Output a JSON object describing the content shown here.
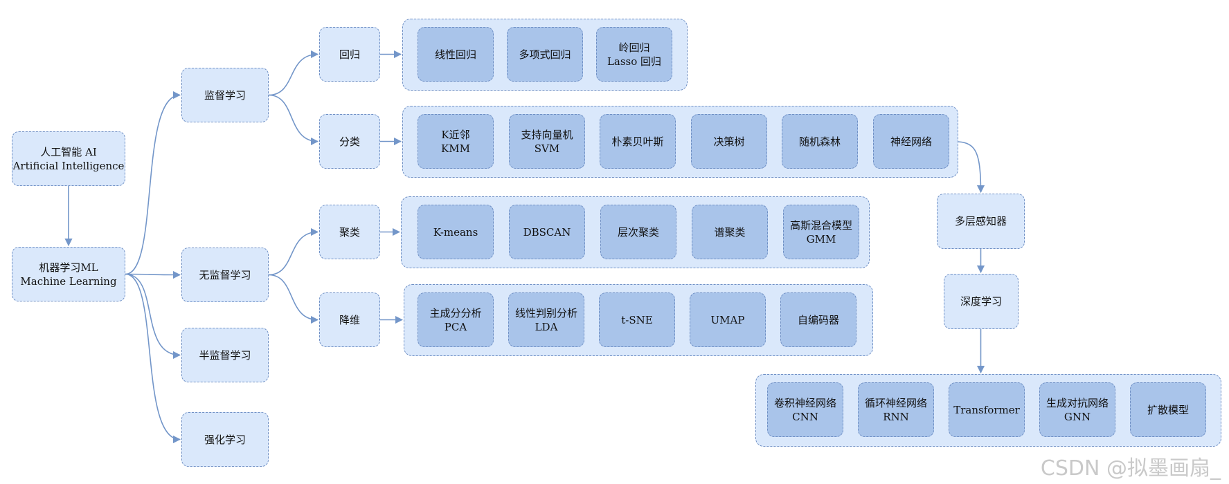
{
  "colors": {
    "edge": "#7396c9",
    "node_fill": "#dae8fb",
    "leaf_fill": "#a9c4ea",
    "border": "#6f8fc4"
  },
  "nodes": {
    "ai": [
      "人工智能 AI",
      "Artificial Intelligence"
    ],
    "ml": [
      "机器学习ML",
      "Machine Learning"
    ],
    "supervised": [
      "监督学习"
    ],
    "unsupervised": [
      "无监督学习"
    ],
    "semi": [
      "半监督学习"
    ],
    "reinforce": [
      "强化学习"
    ],
    "regression": [
      "回归"
    ],
    "classification": [
      "分类"
    ],
    "clustering": [
      "聚类"
    ],
    "dimred": [
      "降维"
    ],
    "mlp": [
      "多层感知器"
    ],
    "deep": [
      "深度学习"
    ]
  },
  "groups": {
    "regression_methods": [
      [
        "线性回归"
      ],
      [
        "多项式回归"
      ],
      [
        "岭回归",
        "Lasso 回归"
      ]
    ],
    "classification_methods": [
      [
        "K近邻",
        "KMM"
      ],
      [
        "支持向量机",
        "SVM"
      ],
      [
        "朴素贝叶斯"
      ],
      [
        "决策树"
      ],
      [
        "随机森林"
      ],
      [
        "神经网络"
      ]
    ],
    "clustering_methods": [
      [
        "K-means"
      ],
      [
        "DBSCAN"
      ],
      [
        "层次聚类"
      ],
      [
        "谱聚类"
      ],
      [
        "高斯混合模型",
        "GMM"
      ]
    ],
    "dimred_methods": [
      [
        "主成分分析",
        "PCA"
      ],
      [
        "线性判别分析",
        "LDA"
      ],
      [
        "t-SNE"
      ],
      [
        "UMAP"
      ],
      [
        "自编码器"
      ]
    ],
    "deep_models": [
      [
        "卷积神经网络",
        "CNN"
      ],
      [
        "循环神经网络",
        "RNN"
      ],
      [
        "Transformer"
      ],
      [
        "生成对抗网络",
        "GNN"
      ],
      [
        "扩散模型"
      ]
    ]
  },
  "watermark": "CSDN @拟墨画扇_"
}
